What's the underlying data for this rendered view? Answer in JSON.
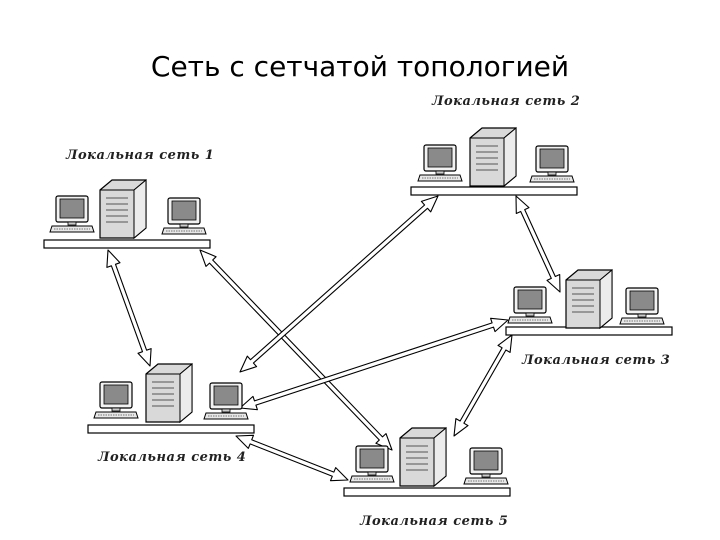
{
  "slide": {
    "title": "Сеть с сетчатой топологией"
  },
  "networks": [
    {
      "id": "lan1",
      "label": "Локальная сеть 1"
    },
    {
      "id": "lan2",
      "label": "Локальная сеть 2"
    },
    {
      "id": "lan3",
      "label": "Локальная сеть 3"
    },
    {
      "id": "lan4",
      "label": "Локальная сеть 4"
    },
    {
      "id": "lan5",
      "label": "Локальная сеть 5"
    }
  ],
  "connections": [
    {
      "from": "lan1",
      "to": "lan4"
    },
    {
      "from": "lan1",
      "to": "lan5"
    },
    {
      "from": "lan2",
      "to": "lan4"
    },
    {
      "from": "lan2",
      "to": "lan3"
    },
    {
      "from": "lan3",
      "to": "lan4"
    },
    {
      "from": "lan3",
      "to": "lan5"
    },
    {
      "from": "lan4",
      "to": "lan5"
    }
  ],
  "icons": {
    "server": "server-tower-icon",
    "workstation": "computer-monitor-icon"
  },
  "colors": {
    "line": "#000000",
    "server_fill": "#d9d9d9",
    "screen_fill": "#8a8a8a"
  }
}
